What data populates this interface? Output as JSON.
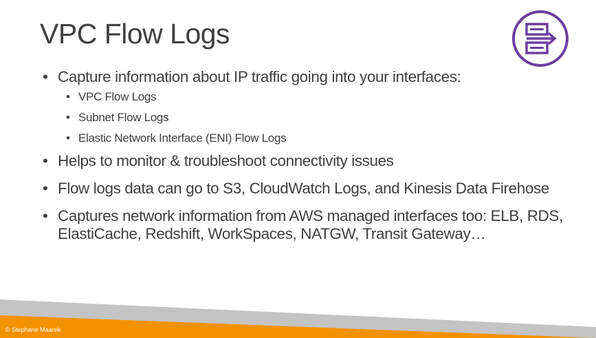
{
  "slide": {
    "title": "VPC Flow Logs",
    "icon": "vpc-flow-logs-icon",
    "accent_color": "#6b3fa0",
    "bullets": [
      {
        "text": "Capture information about IP traffic going into your interfaces:",
        "sub_bullets": [
          "VPC Flow Logs",
          "Subnet Flow Logs",
          "Elastic Network Interface (ENI) Flow Logs"
        ]
      },
      {
        "text": "Helps to monitor & troubleshoot connectivity issues"
      },
      {
        "text": "Flow logs data can go to S3, CloudWatch Logs, and Kinesis Data Firehose"
      },
      {
        "text": "Captures network information from AWS managed interfaces too: ELB, RDS, ElastiCache, Redshift, WorkSpaces, NATGW, Transit Gateway…"
      }
    ]
  },
  "footer": {
    "copyright": "© Stephane Maarek",
    "orange_color": "#f39200",
    "gray_color": "#bdbdbd"
  }
}
